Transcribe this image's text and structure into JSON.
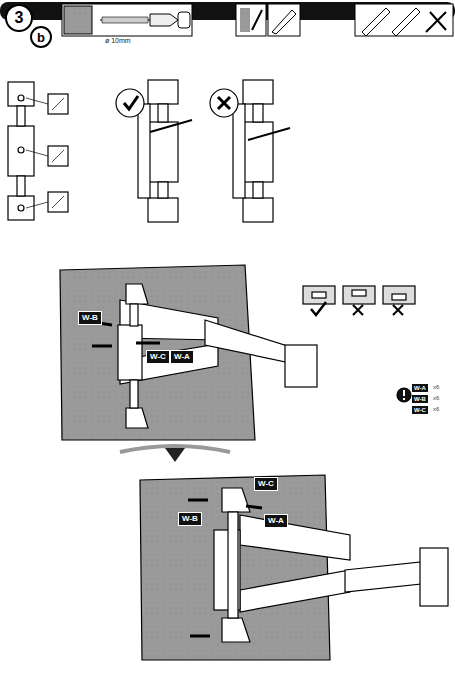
{
  "diagram": {
    "nodes": [
      {
        "text": [
          "3"
        ]
      },
      {
        "text": [
          "b"
        ]
      }
    ],
    "labels": [
      "ø 10mm",
      "W-B",
      "W-C",
      "W-A",
      "W-A",
      "x6",
      "W-B",
      "x6",
      "W-C",
      "x6",
      "W-C",
      "W-B",
      "W-A"
    ]
  }
}
